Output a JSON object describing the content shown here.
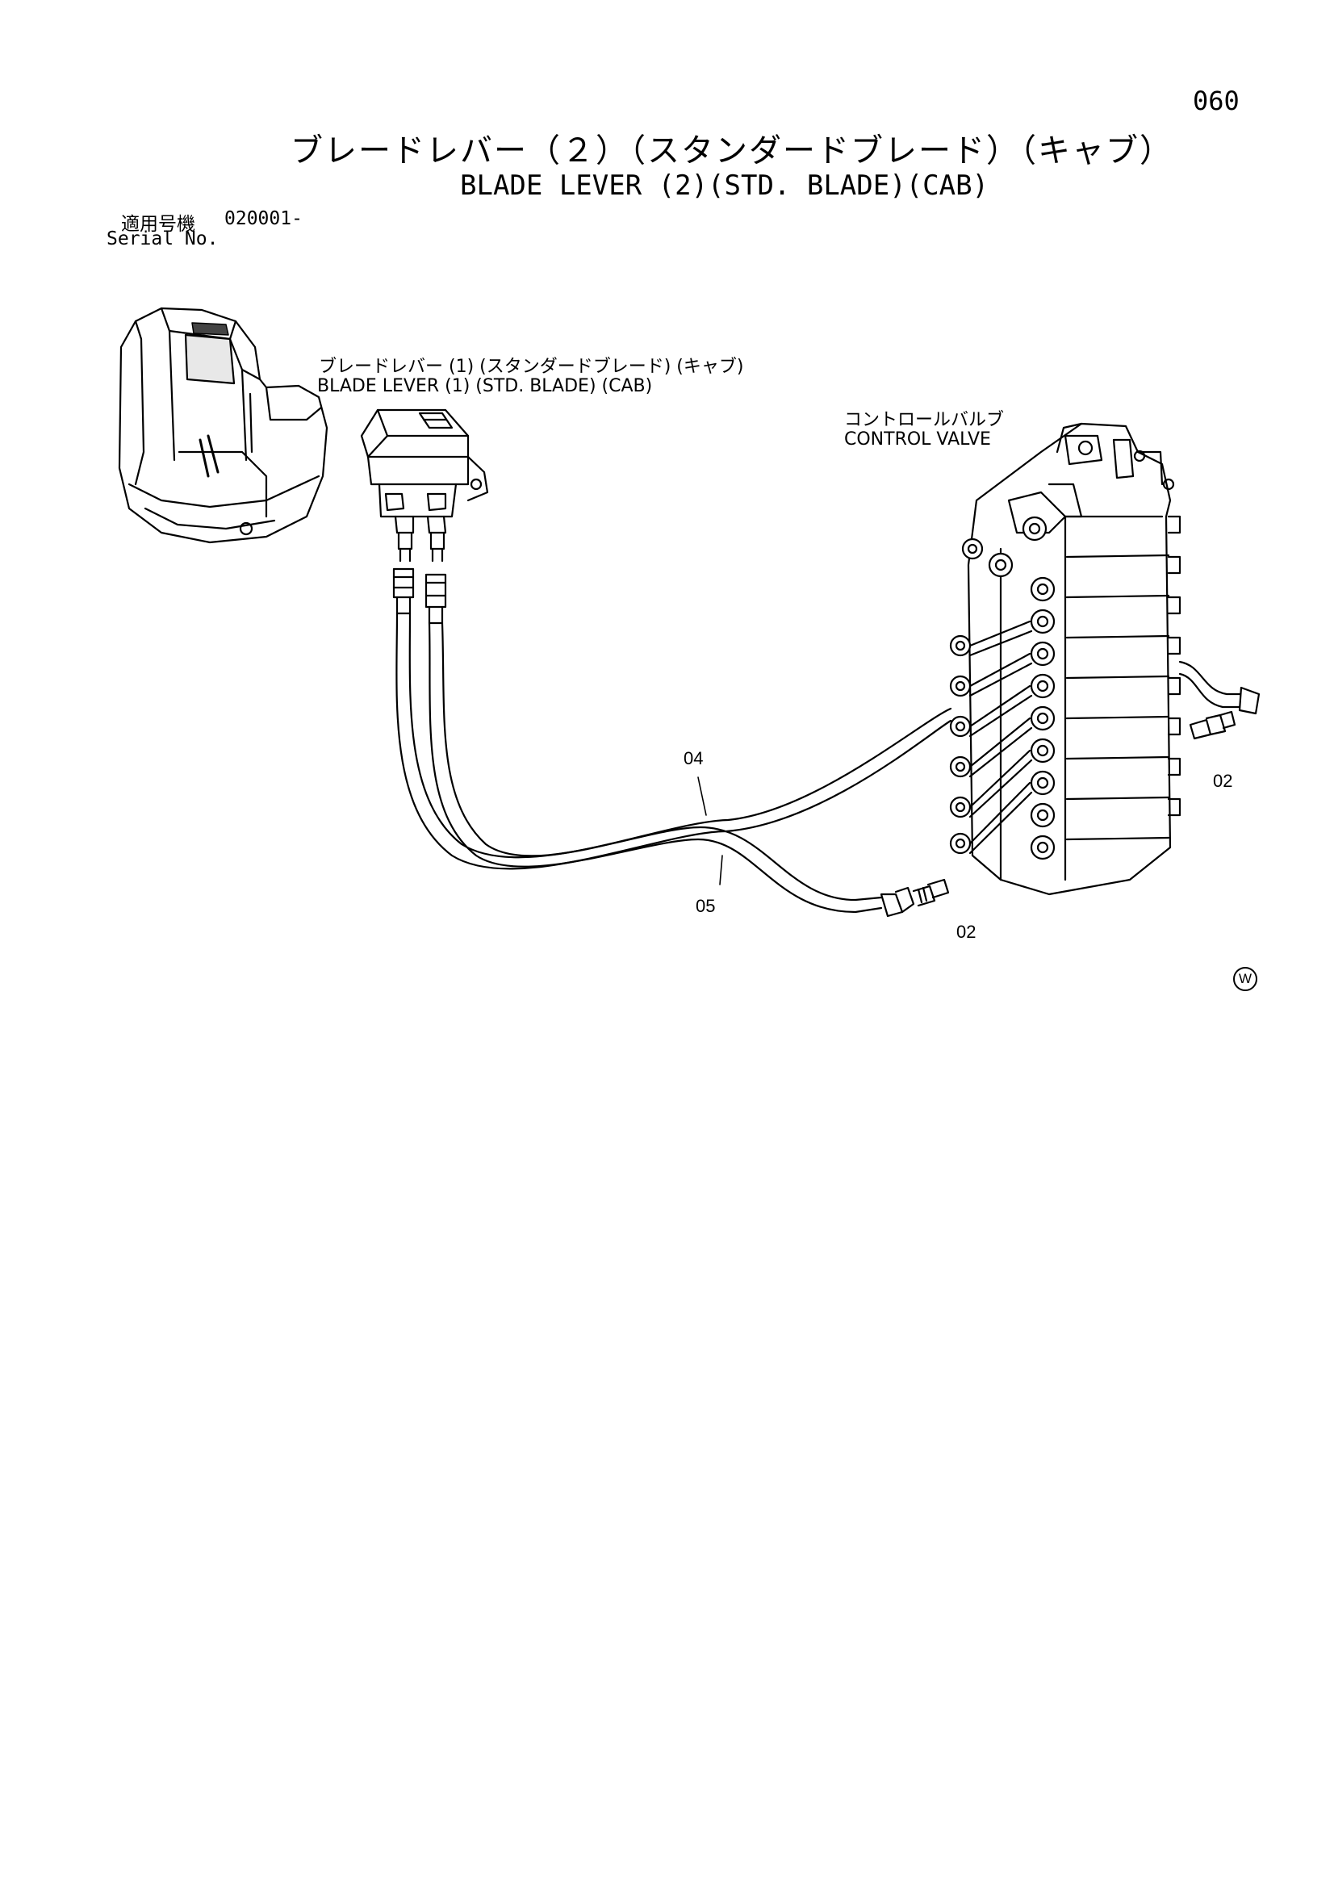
{
  "page_number": "060",
  "title_ja": "ブレードレバー（２）（スタンダードブレード）（キャブ）",
  "title_en": "BLADE LEVER (2)(STD. BLADE)(CAB)",
  "serial": {
    "label_ja": "適用号機",
    "number": "020001-",
    "label_en": "Serial No."
  },
  "callouts": {
    "blade_lever_ref_ja": "ブレードレバー (1) (スタンダードブレード) (キャブ)",
    "blade_lever_ref_en": "BLADE LEVER (1) (STD. BLADE) (CAB)",
    "control_valve_ja": "コントロールバルブ",
    "control_valve_en": "CONTROL VALVE"
  },
  "part_labels": {
    "hose_a": "04",
    "hose_b": "05",
    "fitting_right": "02",
    "fitting_bottom": "02"
  },
  "watermark": "W"
}
